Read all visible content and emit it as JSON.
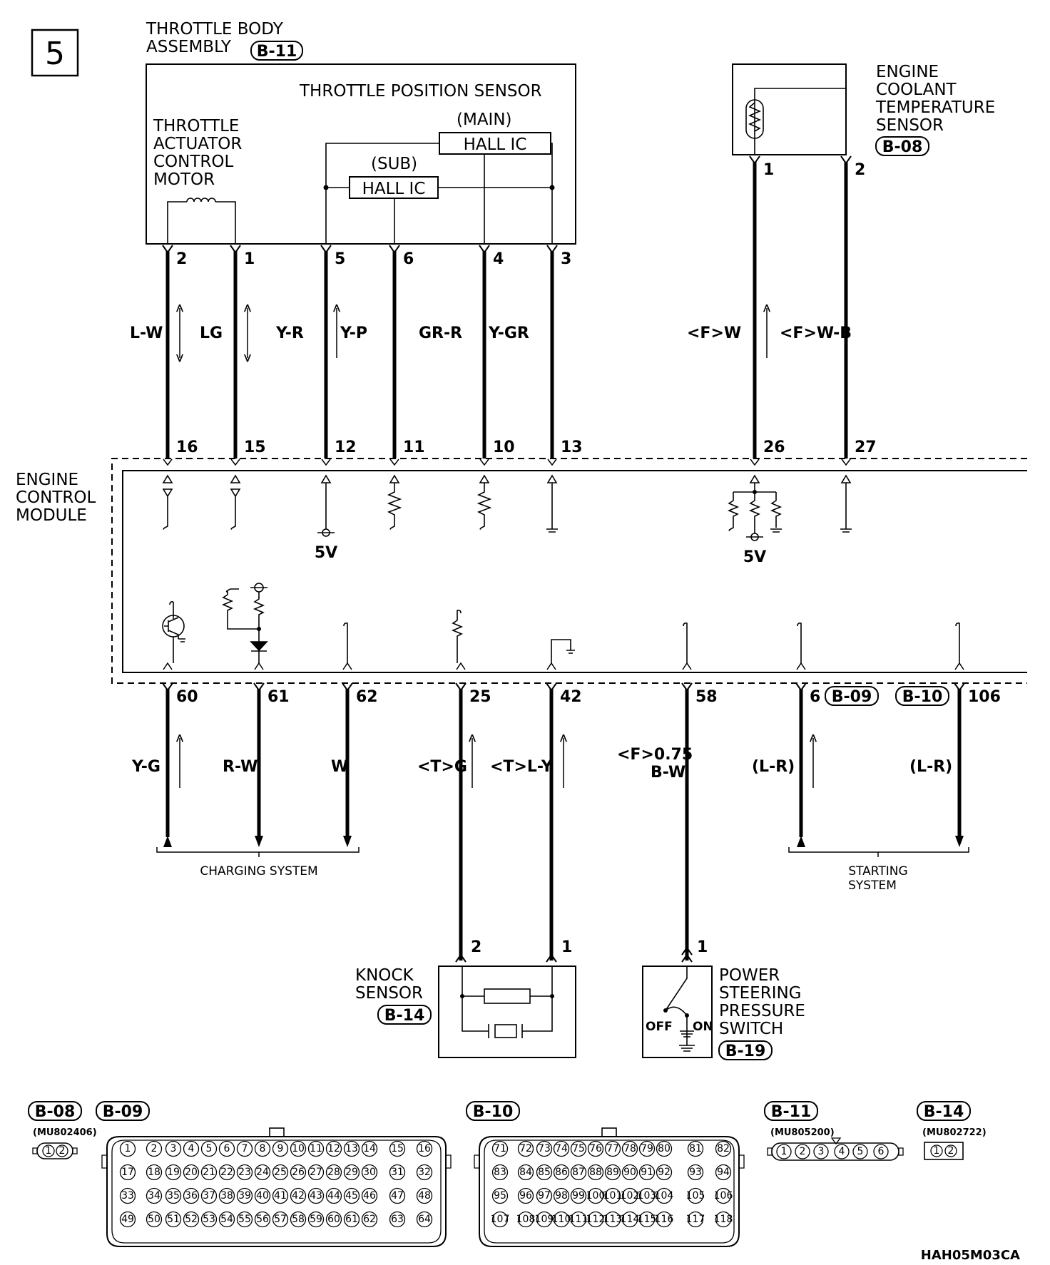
{
  "page_number": "5",
  "diagram_code": "HAH05M03CA",
  "components": {
    "throttle_body": {
      "title_line1": "THROTTLE BODY",
      "title_line2": "ASSEMBLY",
      "connector": "B-11"
    },
    "tps": {
      "title": "THROTTLE POSITION SENSOR",
      "main_label": "(MAIN)",
      "sub_label": "(SUB)",
      "hall_ic": "HALL IC"
    },
    "actuator": {
      "line1": "THROTTLE",
      "line2": "ACTUATOR",
      "line3": "CONTROL",
      "line4": "MOTOR"
    },
    "ect_sensor": {
      "line1": "ENGINE",
      "line2": "COOLANT",
      "line3": "TEMPERATURE",
      "line4": "SENSOR",
      "connector": "B-08"
    },
    "ecm": {
      "line1": "ENGINE",
      "line2": "CONTROL",
      "line3": "MODULE",
      "v5": "5V"
    },
    "knock_sensor": {
      "line1": "KNOCK",
      "line2": "SENSOR",
      "connector": "B-14"
    },
    "ps_switch": {
      "line1": "POWER",
      "line2": "STEERING",
      "line3": "PRESSURE",
      "line4": "SWITCH",
      "connector": "B-19",
      "off": "OFF",
      "on": "ON"
    },
    "charging": "CHARGING SYSTEM",
    "starting_line1": "STARTING",
    "starting_line2": "SYSTEM"
  },
  "upper_wires": [
    {
      "sensor_pin": "2",
      "ecm_pin": "16",
      "color": "L-W"
    },
    {
      "sensor_pin": "1",
      "ecm_pin": "15",
      "color": "LG"
    },
    {
      "sensor_pin": "5",
      "ecm_pin": "12",
      "color": "Y-R"
    },
    {
      "sensor_pin": "6",
      "ecm_pin": "11",
      "color": "Y-P"
    },
    {
      "sensor_pin": "4",
      "ecm_pin": "10",
      "color": "GR-R"
    },
    {
      "sensor_pin": "3",
      "ecm_pin": "13",
      "color": "Y-GR"
    },
    {
      "sensor_pin": "1",
      "ecm_pin": "26",
      "color": "<F>W"
    },
    {
      "sensor_pin": "2",
      "ecm_pin": "27",
      "color": "<F>W-B"
    }
  ],
  "lower_wires": [
    {
      "ecm_pin": "60",
      "color": "Y-G"
    },
    {
      "ecm_pin": "61",
      "color": "R-W"
    },
    {
      "ecm_pin": "62",
      "color": "W"
    },
    {
      "ecm_pin": "25",
      "color": "<T>G",
      "end_pin": "2"
    },
    {
      "ecm_pin": "42",
      "color": "<T>L-Y",
      "end_pin": "1"
    },
    {
      "ecm_pin": "58",
      "color_line1": "<F>0.75",
      "color_line2": "B-W",
      "end_pin": "1"
    },
    {
      "ecm_pin": "6",
      "connector": "B-09",
      "color": "(L-R)"
    },
    {
      "ecm_pin": "106",
      "connector": "B-10",
      "color": "(L-R)"
    }
  ],
  "connector_views": {
    "b08": {
      "label": "B-08",
      "part": "(MU802406)",
      "pins": [
        "1",
        "2"
      ]
    },
    "b09": {
      "label": "B-09"
    },
    "b10": {
      "label": "B-10"
    },
    "b11": {
      "label": "B-11",
      "part": "(MU805200)",
      "pins": [
        "1",
        "2",
        "3",
        "4",
        "5",
        "6"
      ]
    },
    "b14": {
      "label": "B-14",
      "part": "(MU802722)",
      "pins": [
        "1",
        "2"
      ]
    }
  }
}
